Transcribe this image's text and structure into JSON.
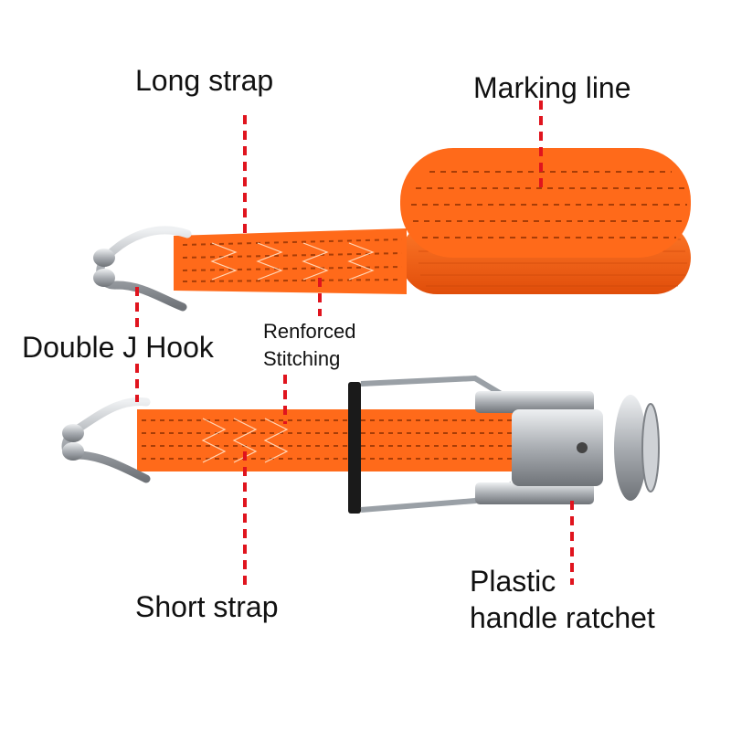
{
  "labels": {
    "long_strap": "Long strap",
    "marking_line": "Marking line",
    "double_j_hook": "Double J Hook",
    "reinforced_line1": "Renforced",
    "reinforced_line2": "Stitching",
    "short_strap": "Short strap",
    "ratchet_line1": "Plastic",
    "ratchet_line2": "handle ratchet"
  },
  "colors": {
    "strap_orange": "#ff6a1a",
    "strap_dark": "#e2550c",
    "leader_red": "#e0141e",
    "steel": "#b9bcc0",
    "handle_black": "#1a1a1a"
  }
}
